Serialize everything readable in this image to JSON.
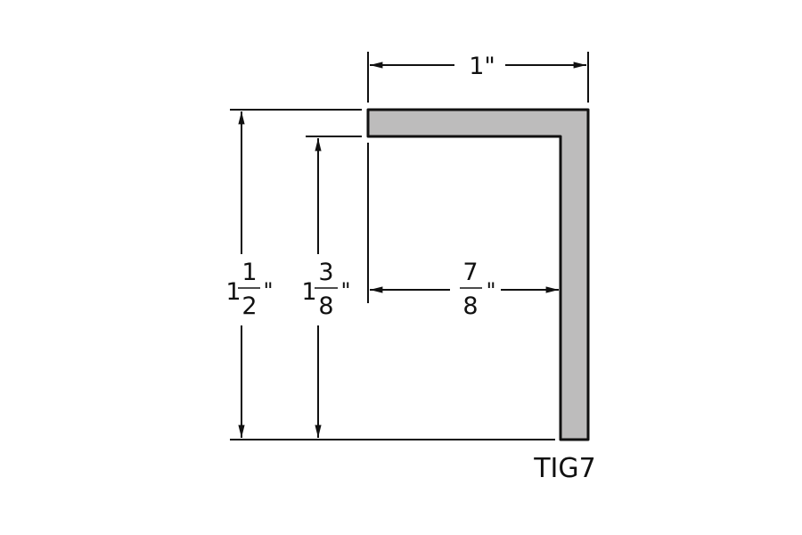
{
  "diagram": {
    "part_label": "TIG7",
    "profile_fill": "#bdbcbc",
    "stroke_color": "#111111",
    "dimensions": {
      "width": {
        "whole": "1",
        "unit": "\""
      },
      "overall_height": {
        "whole": "1",
        "numerator": "1",
        "denominator": "2",
        "unit": "\""
      },
      "inner_height": {
        "whole": "1",
        "numerator": "3",
        "denominator": "8",
        "unit": "\""
      },
      "inner_width": {
        "whole": "",
        "numerator": "7",
        "denominator": "8",
        "unit": "\""
      }
    }
  }
}
